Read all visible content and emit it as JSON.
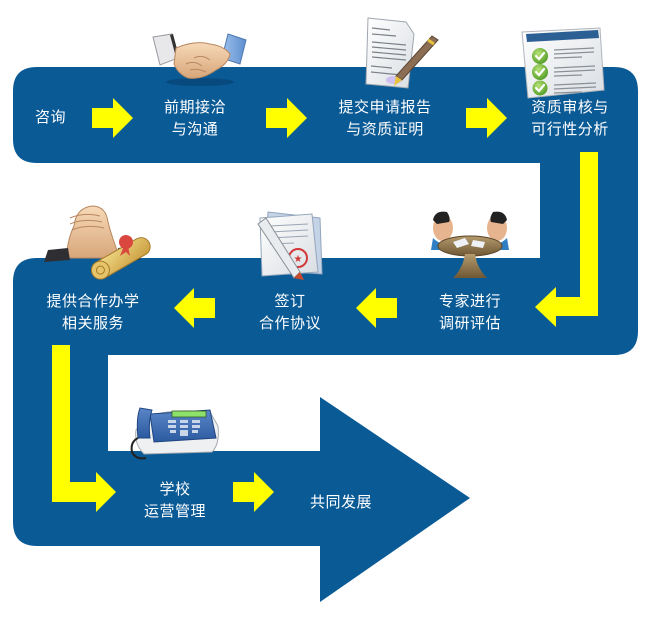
{
  "colors": {
    "band": "#0a5a96",
    "arrow": "#ffff00",
    "text": "#ffffff",
    "background": "#ffffff"
  },
  "steps": [
    {
      "id": "consult",
      "lines": [
        "咨询"
      ],
      "icon": "none"
    },
    {
      "id": "initial-contact",
      "lines": [
        "前期接洽",
        "与沟通"
      ],
      "icon": "handshake-icon"
    },
    {
      "id": "submit-report",
      "lines": [
        "提交申请报告",
        "与资质证明"
      ],
      "icon": "document-pen-icon"
    },
    {
      "id": "qualification-review",
      "lines": [
        "资质审核与",
        "可行性分析"
      ],
      "icon": "checklist-icon"
    },
    {
      "id": "expert-evaluation",
      "lines": [
        "专家进行",
        "调研评估"
      ],
      "icon": "meeting-table-icon"
    },
    {
      "id": "sign-agreement",
      "lines": [
        "签订",
        "合作协议"
      ],
      "icon": "contract-seal-icon"
    },
    {
      "id": "provide-services",
      "lines": [
        "提供合作办学",
        "相关服务"
      ],
      "icon": "clasped-hands-diploma-icon"
    },
    {
      "id": "school-operation",
      "lines": [
        "学校",
        "运营管理"
      ],
      "icon": "telephone-icon"
    },
    {
      "id": "common-development",
      "lines": [
        "共同发展"
      ],
      "icon": "none"
    }
  ]
}
